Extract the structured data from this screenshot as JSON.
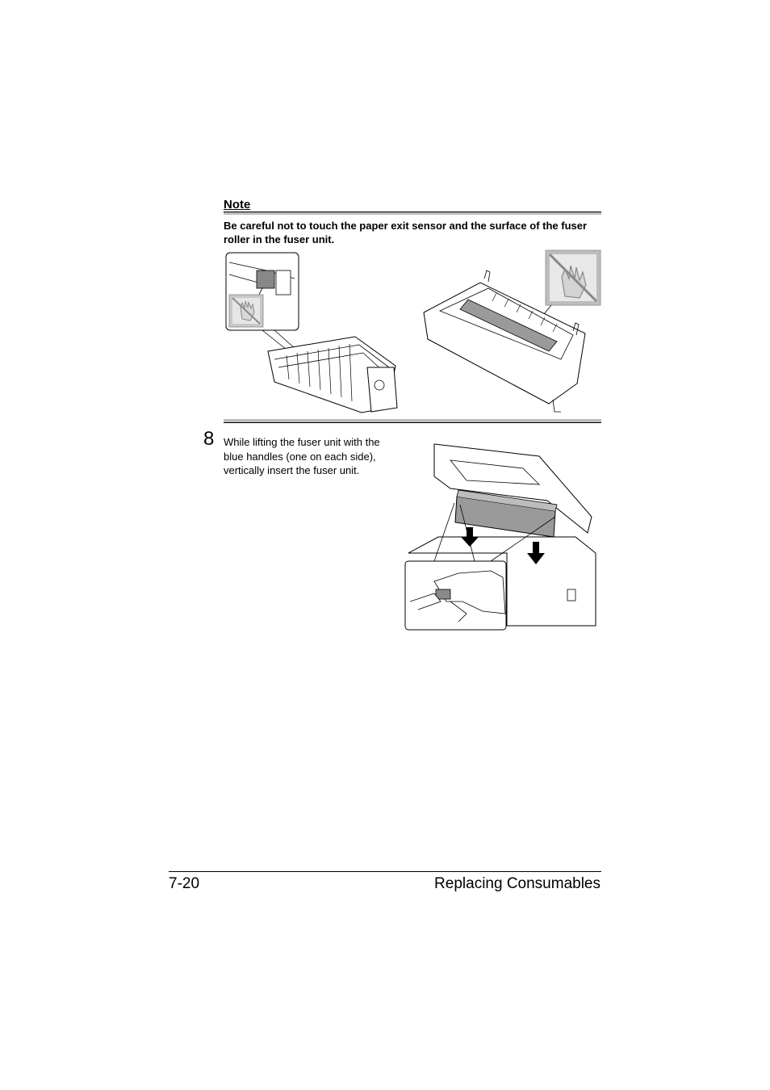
{
  "note": {
    "heading": "Note",
    "text": "Be careful not to touch the paper exit sensor and the surface of the fuser roller in the fuser unit."
  },
  "step": {
    "number": "8",
    "text": "While lifting the fuser unit with the blue handles (one on each side), vertically insert the fuser unit."
  },
  "footer": {
    "page_number": "7-20",
    "section_title": "Replacing Consumables"
  },
  "icons": {
    "warning": "do-not-touch-hand-icon",
    "arrows": "down-arrow-icon"
  }
}
